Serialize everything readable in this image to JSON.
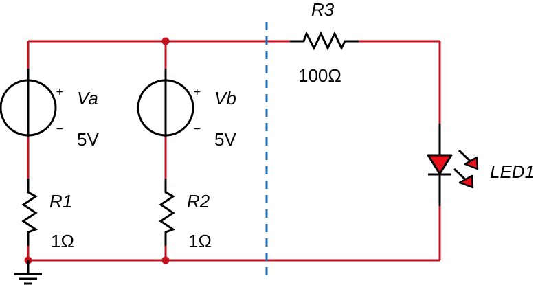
{
  "colors": {
    "wire": "#c0121f",
    "component": "#000000",
    "led_fill": "#e8121c",
    "boundary": "#1f6fb5"
  },
  "components": {
    "va": {
      "name": "Va",
      "value": "5V",
      "plus": "+",
      "minus": "−"
    },
    "vb": {
      "name": "Vb",
      "value": "5V",
      "plus": "+",
      "minus": "−"
    },
    "r1": {
      "name": "R1",
      "value": "1Ω"
    },
    "r2": {
      "name": "R2",
      "value": "1Ω"
    },
    "r3": {
      "name": "R3",
      "value": "100Ω"
    },
    "led": {
      "name": "LED1"
    }
  },
  "icons": {
    "ground": "ground-icon",
    "led": "led-icon",
    "voltage_source": "voltage-source-icon",
    "resistor": "resistor-icon"
  }
}
